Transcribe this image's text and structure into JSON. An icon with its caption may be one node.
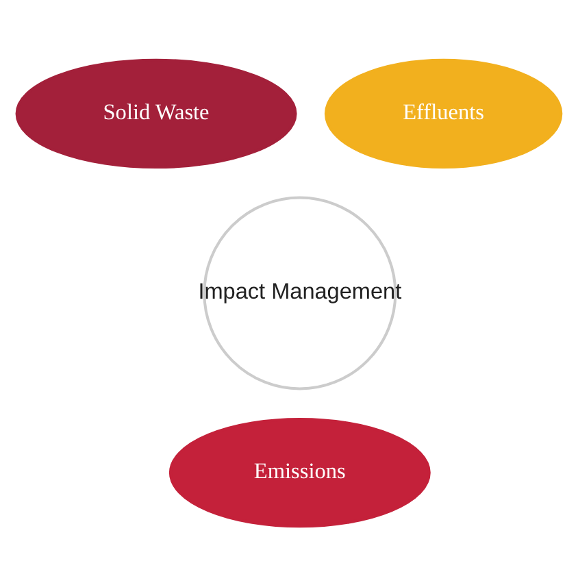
{
  "diagram": {
    "nodes": [
      {
        "text": [
          "Impact Management"
        ]
      },
      {
        "text": [
          "Solid Waste"
        ]
      },
      {
        "text": [
          "Effluents"
        ]
      },
      {
        "text": [
          "Emissions"
        ]
      }
    ]
  }
}
